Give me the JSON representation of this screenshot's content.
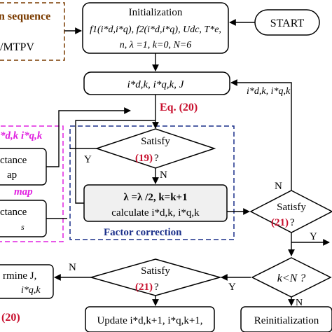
{
  "start": {
    "label": "START"
  },
  "init": {
    "title": "Initialization",
    "line1": "f1(i*d,i*q), f2(i*d,i*q), Udc, T*e,",
    "line2": "n, λ =1, k=0, N=6"
  },
  "sequence": {
    "label": "n sequence",
    "sub": "/MTPV"
  },
  "current_box": {
    "label": "i*d,k, i*q,k, J"
  },
  "feedback_label": "i*d,k, i*q,k",
  "eq20": {
    "label": "Eq. (20)"
  },
  "eq20_bottom": {
    "label": "(20)"
  },
  "map_group": {
    "header": "*d,k i*q,k",
    "title": "map",
    "box1_line1": "ctance",
    "box1_line2": "ap",
    "box2_line1": "ctance",
    "box2_line2": "s"
  },
  "factor": {
    "title": "Factor correction"
  },
  "satisfy19": {
    "line1": "Satisfy",
    "num": "(19)",
    "q": "?",
    "yes": "Y",
    "no": "N"
  },
  "lambda_box": {
    "line1": "λ =λ /2, k=k+1",
    "line2": "calculate i*d,k, i*q,k"
  },
  "satisfy21_right": {
    "line1": "Satisfy",
    "num": "(21)",
    "q": "?",
    "no": "N",
    "yes": "Y"
  },
  "satisfy21_bottom": {
    "line1": "Satisfy",
    "num": "(21)",
    "q": "?",
    "no": "N",
    "yes": "Y"
  },
  "determine": {
    "line1": "rmine J,",
    "line2": "i*q,k"
  },
  "kn": {
    "label": "k<N ?",
    "no": "N"
  },
  "update": {
    "label": "Update i*d,k+1, i*q,k+1,"
  },
  "reinit": {
    "label": "Reinitialization"
  },
  "colors": {
    "red": "#c8102e",
    "magenta": "#e020e0",
    "blue": "#1a2f8a",
    "brown": "#7a3b00"
  }
}
